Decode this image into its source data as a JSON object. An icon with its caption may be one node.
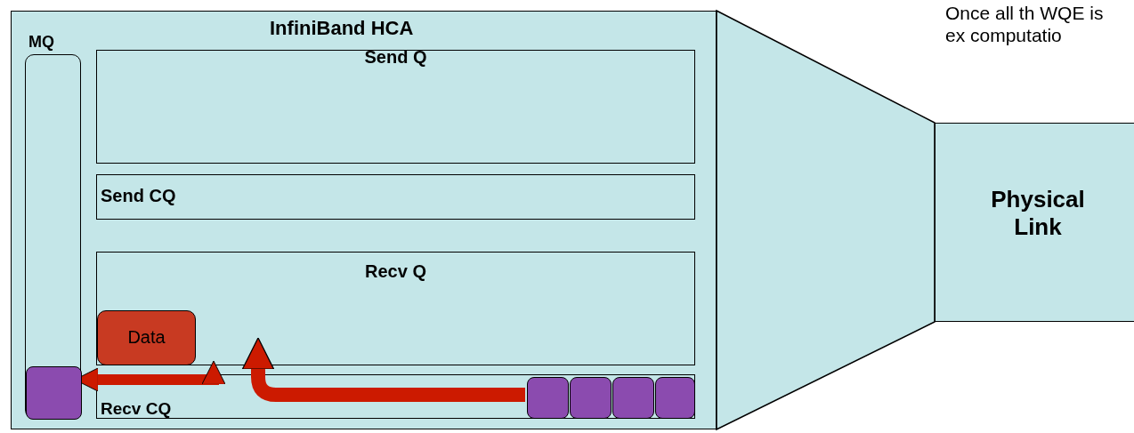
{
  "diagram": {
    "nodes": [
      {
        "text": [
          "InfiniBand HCA"
        ]
      },
      {
        "text": [
          "MQ"
        ],
        "in": 0
      },
      {
        "text": [
          "Send Q"
        ],
        "in": 0
      },
      {
        "text": [
          "Send CQ"
        ],
        "in": 0
      },
      {
        "text": [
          "Recv Q"
        ],
        "in": 0
      },
      {
        "text": [
          "Data"
        ],
        "in": 4
      },
      {
        "text": [
          "Recv CQ"
        ],
        "in": 0
      },
      {
        "text": [],
        "shape": "box",
        "in": 1
      },
      {
        "text": [],
        "shape": "box",
        "in": 6
      },
      {
        "text": [],
        "shape": "box",
        "in": 6
      },
      {
        "text": [],
        "shape": "box",
        "in": 6
      },
      {
        "text": [],
        "shape": "box",
        "in": 6
      },
      {
        "text": [
          "Physical Link"
        ]
      }
    ],
    "edges": [
      {
        "from": 8,
        "to": 4,
        "arrow": "to"
      },
      {
        "from": 7,
        "to": 4,
        "arrow": "both"
      }
    ],
    "labels": [
      "Once all th WQE is ex computatio"
    ]
  }
}
